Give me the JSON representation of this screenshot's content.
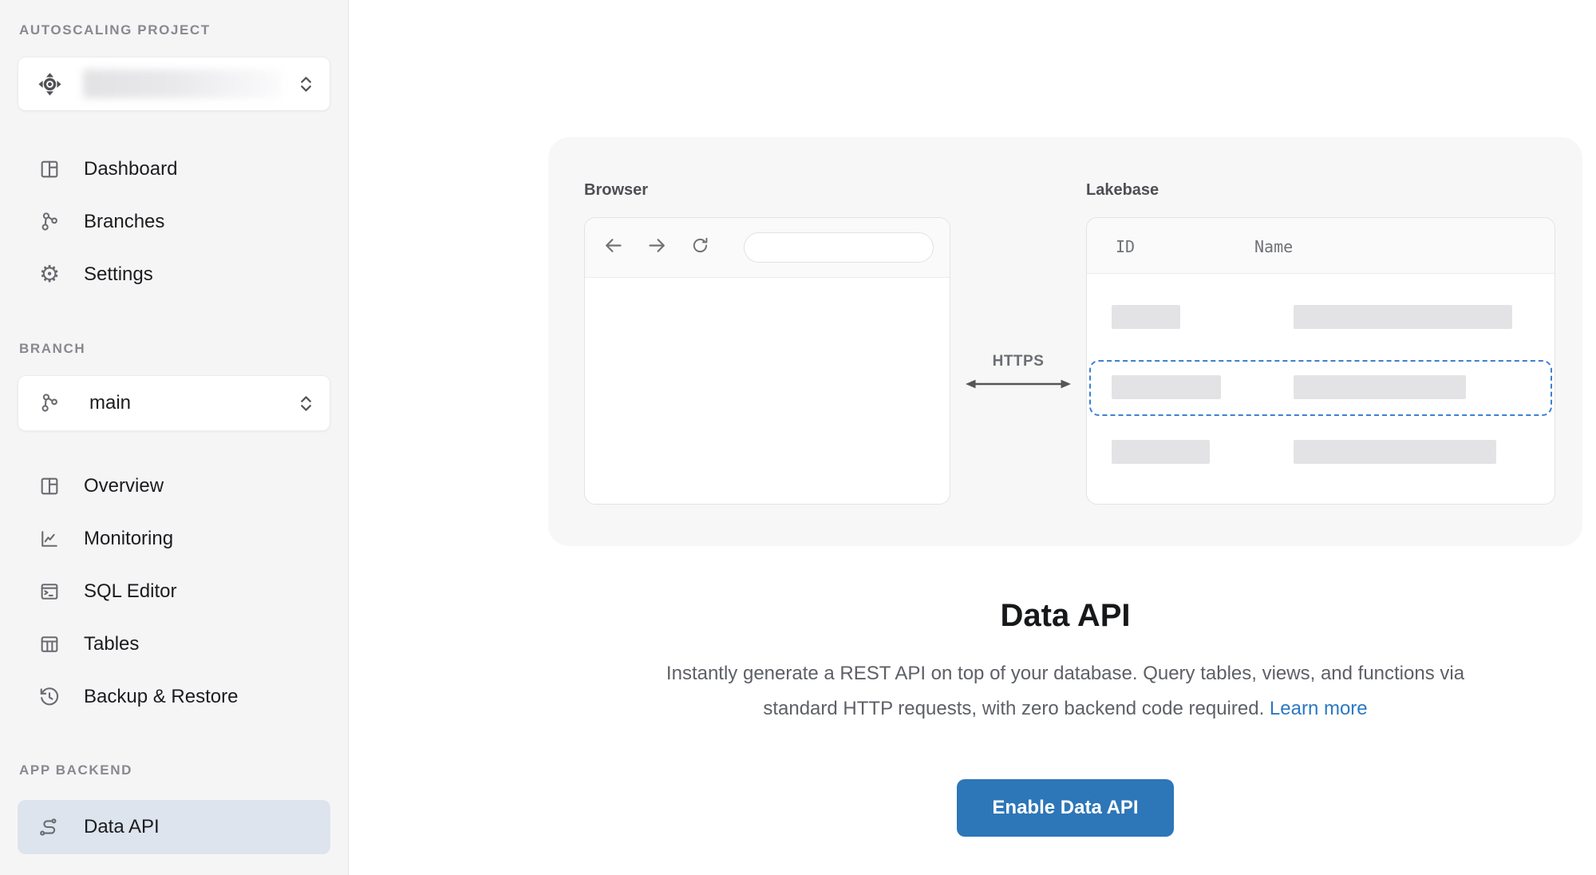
{
  "sidebar": {
    "project_section_label": "AUTOSCALING PROJECT",
    "project_selector": {
      "icon": "autoscaling-project-icon",
      "value_redacted": true
    },
    "project_nav": [
      {
        "label": "Dashboard",
        "icon": "dashboard-icon"
      },
      {
        "label": "Branches",
        "icon": "branches-icon"
      },
      {
        "label": "Settings",
        "icon": "gear-icon"
      }
    ],
    "branch_section_label": "BRANCH",
    "branch_selector": {
      "icon": "branch-icon",
      "value": "main"
    },
    "branch_nav": [
      {
        "label": "Overview",
        "icon": "overview-grid-icon"
      },
      {
        "label": "Monitoring",
        "icon": "monitoring-chart-icon"
      },
      {
        "label": "SQL Editor",
        "icon": "sql-editor-icon"
      },
      {
        "label": "Tables",
        "icon": "tables-icon"
      },
      {
        "label": "Backup & Restore",
        "icon": "history-icon"
      }
    ],
    "backend_section_label": "APP BACKEND",
    "backend_nav": [
      {
        "label": "Data API",
        "icon": "data-api-icon",
        "selected": true
      }
    ]
  },
  "main": {
    "illustration": {
      "browser_label": "Browser",
      "https_label": "HTTPS",
      "lakebase_label": "Lakebase",
      "table": {
        "columns": [
          "ID",
          "Name"
        ],
        "placeholder_rows": 3,
        "highlighted_row_index": 1
      }
    },
    "title": "Data API",
    "description_line1": "Instantly generate a REST API on top of your database. Query tables, views, and functions via",
    "description_line2": "standard HTTP requests, with zero backend code required.",
    "learn_more_label": "Learn more",
    "enable_button_label": "Enable Data API"
  },
  "colors": {
    "button_blue": "#2d76b8",
    "link_blue": "#2b78c4",
    "selected_item_bg": "#dde4ed",
    "dashed_highlight_blue": "#3d80d2",
    "sidebar_bg": "#f5f5f6",
    "card_bg": "#f7f7f8"
  }
}
